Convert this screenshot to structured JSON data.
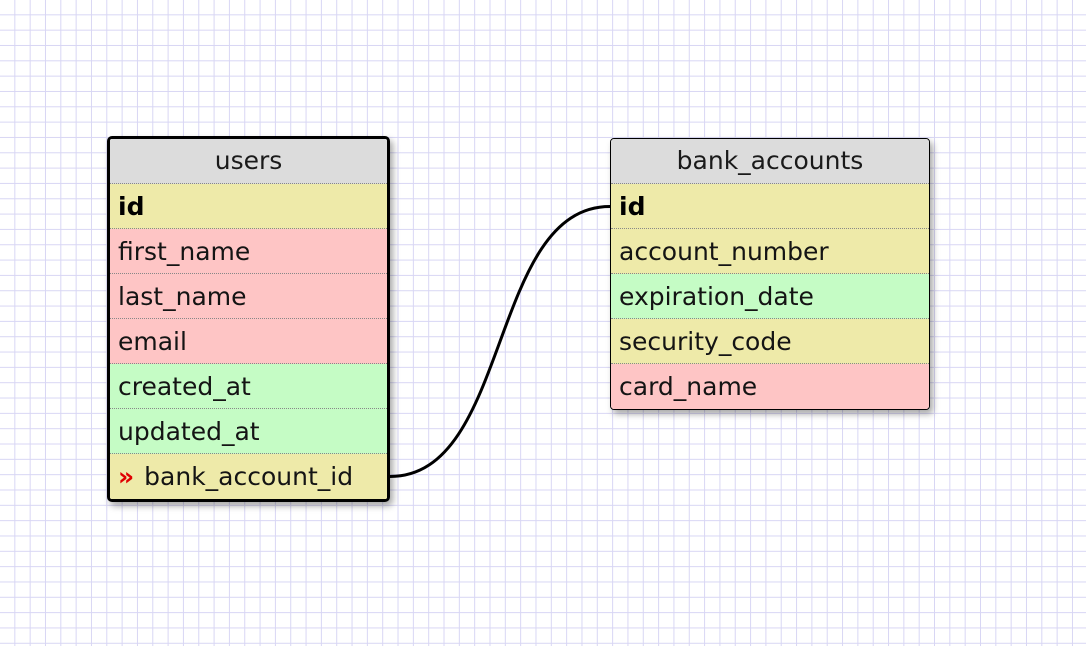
{
  "tables": {
    "users": {
      "name": "users",
      "fields": [
        {
          "name": "id",
          "color": "yellow",
          "pk": true
        },
        {
          "name": "first_name",
          "color": "red"
        },
        {
          "name": "last_name",
          "color": "red"
        },
        {
          "name": "email",
          "color": "red"
        },
        {
          "name": "created_at",
          "color": "green"
        },
        {
          "name": "updated_at",
          "color": "green"
        },
        {
          "name": "bank_account_id",
          "color": "yellow",
          "fk": true
        }
      ]
    },
    "bank_accounts": {
      "name": "bank_accounts",
      "fields": [
        {
          "name": "id",
          "color": "yellow",
          "pk": true
        },
        {
          "name": "account_number",
          "color": "yellow"
        },
        {
          "name": "expiration_date",
          "color": "green"
        },
        {
          "name": "security_code",
          "color": "yellow"
        },
        {
          "name": "card_name",
          "color": "red"
        }
      ]
    }
  },
  "relation": {
    "from": "users.bank_account_id",
    "to": "bank_accounts.id"
  },
  "icons": {
    "foreign_key": "»"
  },
  "colors": {
    "header": "#dcdcdc",
    "yellow": "#eeeaa9",
    "red": "#fec5c5",
    "green": "#c5fcc5",
    "grid": "#d8d6f4",
    "fk_icon": "#e00000"
  }
}
